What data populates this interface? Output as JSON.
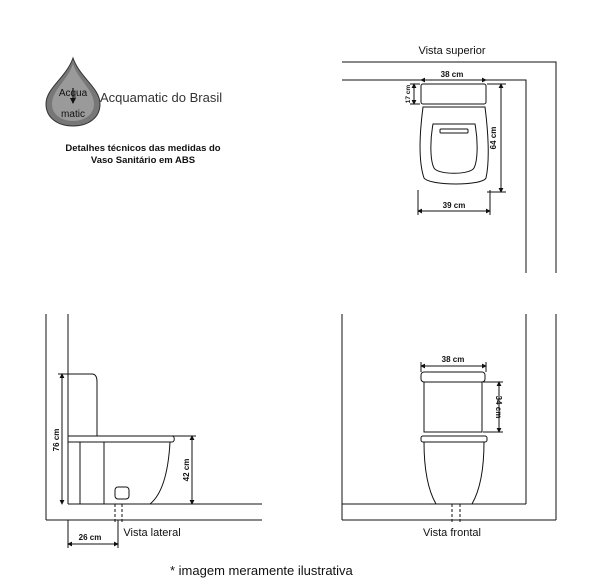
{
  "brand": {
    "name": "Acquamatic do Brasil",
    "logo_word_top": "Acqua",
    "logo_word_bottom": "matic"
  },
  "description": {
    "line1": "Detalhes técnicos das medidas do",
    "line2": "Vaso Sanitário em ABS"
  },
  "views": {
    "top": {
      "title": "Vista superior",
      "width_tank": "38 cm",
      "tank_depth": "17 cm",
      "total_depth": "64 cm",
      "width_bowl": "39 cm"
    },
    "side": {
      "title": "Vista lateral",
      "total_height": "76 cm",
      "seat_height": "42 cm",
      "drain_offset": "26 cm"
    },
    "front": {
      "title": "Vista frontal",
      "width_tank": "38 cm",
      "tank_height": "34 cm"
    }
  },
  "footnote": "* imagem meramente ilustrativa",
  "colors": {
    "line": "#111111",
    "logo_gray": "#555555"
  }
}
